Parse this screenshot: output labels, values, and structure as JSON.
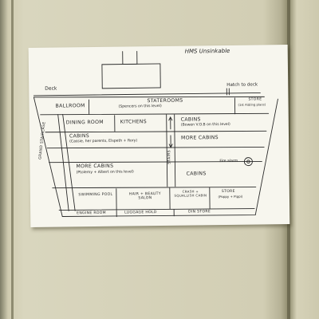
{
  "title": "HMS Unsinkable",
  "labels": {
    "deck": "Deck",
    "hatch": "Hatch to deck",
    "ballroom": "BALLROOM",
    "staterooms": "STATEROOMS",
    "staterooms_note": "(Spencers on this level)",
    "store_top": "STORE",
    "store_top_note": "(1st Aid/ing place)",
    "dining_room": "DINING ROOM",
    "kitchens": "KITCHENS",
    "cabins_1": "CABINS",
    "cabins_1_note": "(Bowen V.O.B on this level)",
    "cabins_2": "CABINS",
    "cabins_2_note": "(Cassie, her parents, Elspeth + Rory)",
    "more_cabins_1": "MORE CABINS",
    "more_cabins_2": "MORE CABINS",
    "more_cabins_2_note": "(Ptolemy + Albert on this level)",
    "cabins_3": "CABINS",
    "fire_alarm": "Fire alarm",
    "grand_staircase": "GRAND STAIRCASE",
    "stairs": "STAIRS",
    "swimming_pool": "SWIMMING POOL",
    "hair_beauty": "HAIR + BEAUTY SALON",
    "crash_cabin": "CRASH + SQUALLISH CABIN",
    "store_bottom": "STORE",
    "store_bottom_note": "(Poppy + Pippi)",
    "engine_room": "ENGINE ROOM",
    "luggage_hold": "LUGGAGE HOLD",
    "din_store": "DIN STORE"
  },
  "colors": {
    "ink": "#2a2a2a",
    "paper": "#f7f6ee",
    "wall": "#d2ceb4"
  }
}
